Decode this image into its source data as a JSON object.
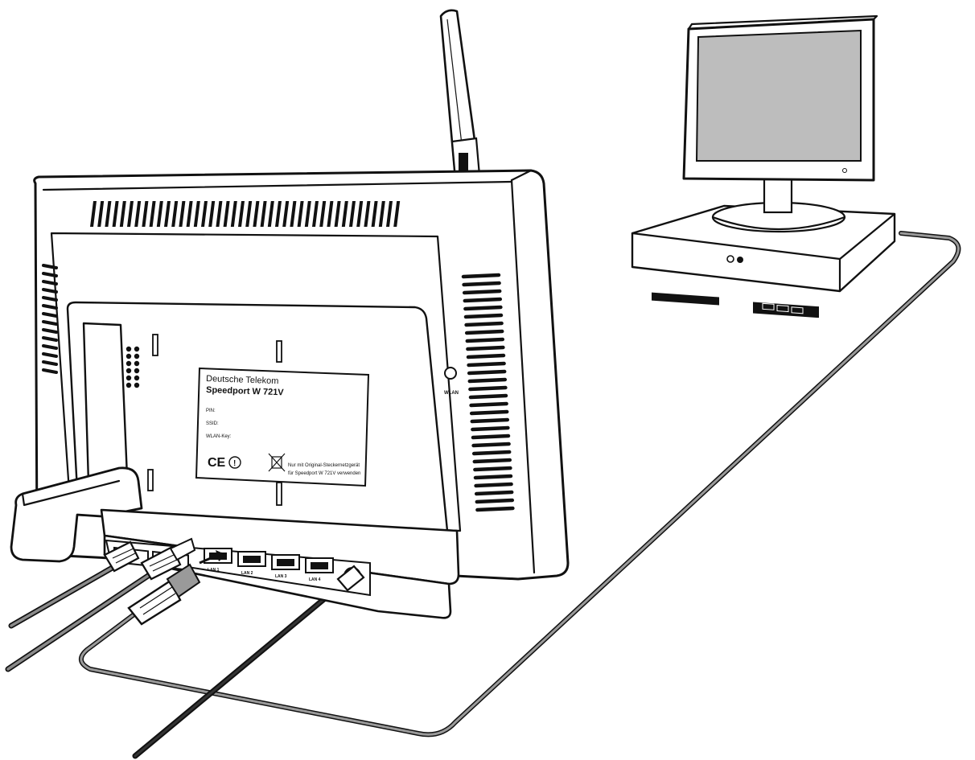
{
  "label": {
    "brand": "Deutsche Telekom",
    "model": "Speedport W 721V",
    "field_1": "PIN:",
    "field_2": "SSID:",
    "field_3": "WLAN-Key:",
    "ce_mark": "CE",
    "note_line_1": "Nur mit Original-Steckernetzgerät",
    "note_line_2": "für Speedport W 721V verwenden"
  },
  "wlan_button_label": "WLAN",
  "ports": [
    "LAN 1",
    "LAN 2",
    "LAN 3",
    "LAN 4"
  ],
  "colors": {
    "line": "#111111",
    "screen": "#bdbdbd",
    "cable_light": "#8a8a8a",
    "cable_dark": "#222222",
    "background": "#ffffff"
  }
}
